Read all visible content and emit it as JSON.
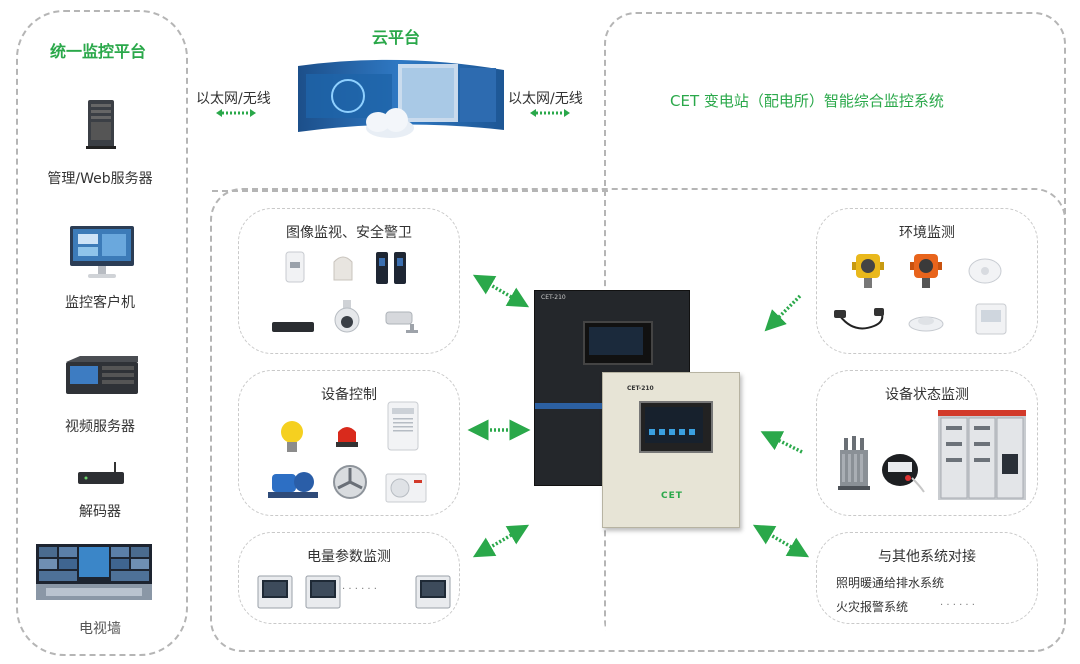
{
  "left_panel": {
    "title": "统一监控平台",
    "items": [
      {
        "label": "管理/Web服务器",
        "icon": "server-tower-icon"
      },
      {
        "label": "监控客户机",
        "icon": "monitor-icon"
      },
      {
        "label": "视频服务器",
        "icon": "rack-server-icon"
      },
      {
        "label": "解码器",
        "icon": "decoder-icon"
      },
      {
        "label": "电视墙",
        "icon": "video-wall-icon"
      }
    ]
  },
  "cloud": {
    "title": "云平台",
    "left_link": "以太网/无线",
    "right_link": "以太网/无线"
  },
  "system_title": "CET  变电站（配电所）智能综合监控系统",
  "groups": {
    "video_security": {
      "title": "图像监视、安全警卫"
    },
    "device_control": {
      "title": "设备控制"
    },
    "power_params": {
      "title": "电量参数监测",
      "ellipsis": "· · · · · ·"
    },
    "environment": {
      "title": "环境监测"
    },
    "equipment_status": {
      "title": "设备状态监测"
    },
    "other_systems": {
      "title": "与其他系统对接",
      "lines": [
        "照明暖通给排水系统",
        "火灾报警系统"
      ],
      "ellipsis": "· · · · · ·"
    }
  },
  "cabinet": {
    "model_back": "CET-210",
    "model_front": "CET-210",
    "brand": "CET"
  },
  "colors": {
    "accent": "#2aa84a",
    "dash": "#b5b5b5"
  }
}
